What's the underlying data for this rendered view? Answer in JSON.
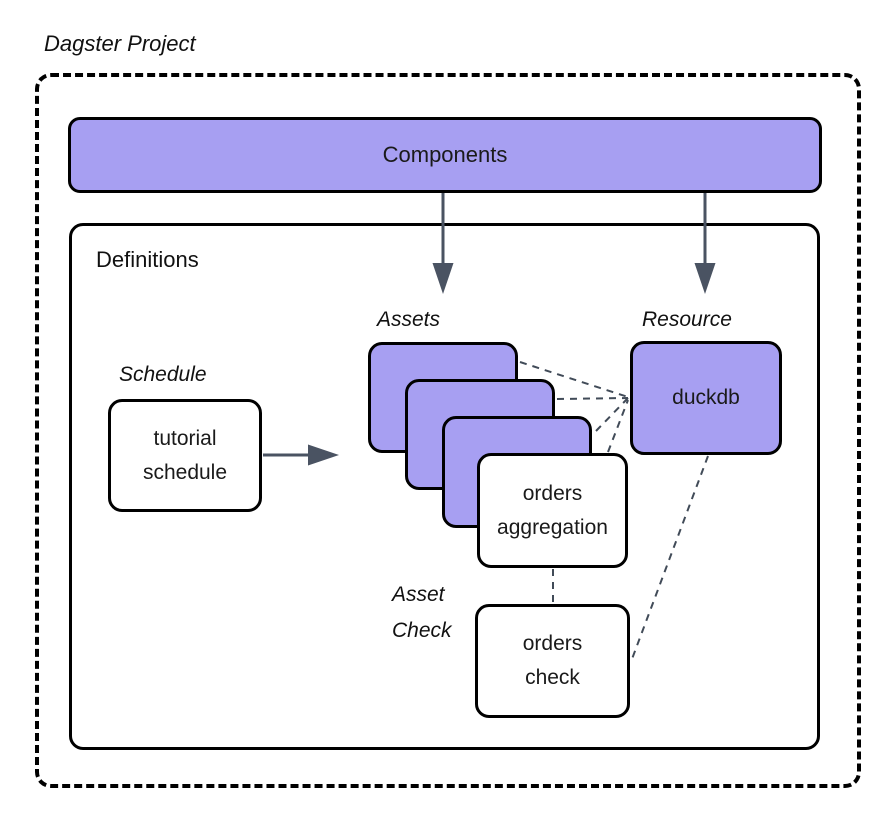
{
  "diagram": {
    "title": "Dagster Project",
    "components_label": "Components",
    "definitions_label": "Definitions",
    "schedule": {
      "caption": "Schedule",
      "node": [
        "tutorial",
        "schedule"
      ]
    },
    "assets": {
      "caption": "Assets",
      "front_node": [
        "orders",
        "aggregation"
      ]
    },
    "resource": {
      "caption": "Resource",
      "node": "duckdb"
    },
    "asset_check": {
      "caption": [
        "Asset",
        "Check"
      ],
      "node": [
        "orders",
        "check"
      ]
    }
  },
  "colors": {
    "node_purple": "#a79ff2",
    "outline_black": "#000000",
    "arrow_gray": "#4a5362",
    "dashed_connector_gray": "#414b58",
    "text": "#1a1a1a",
    "background": "#ffffff"
  }
}
